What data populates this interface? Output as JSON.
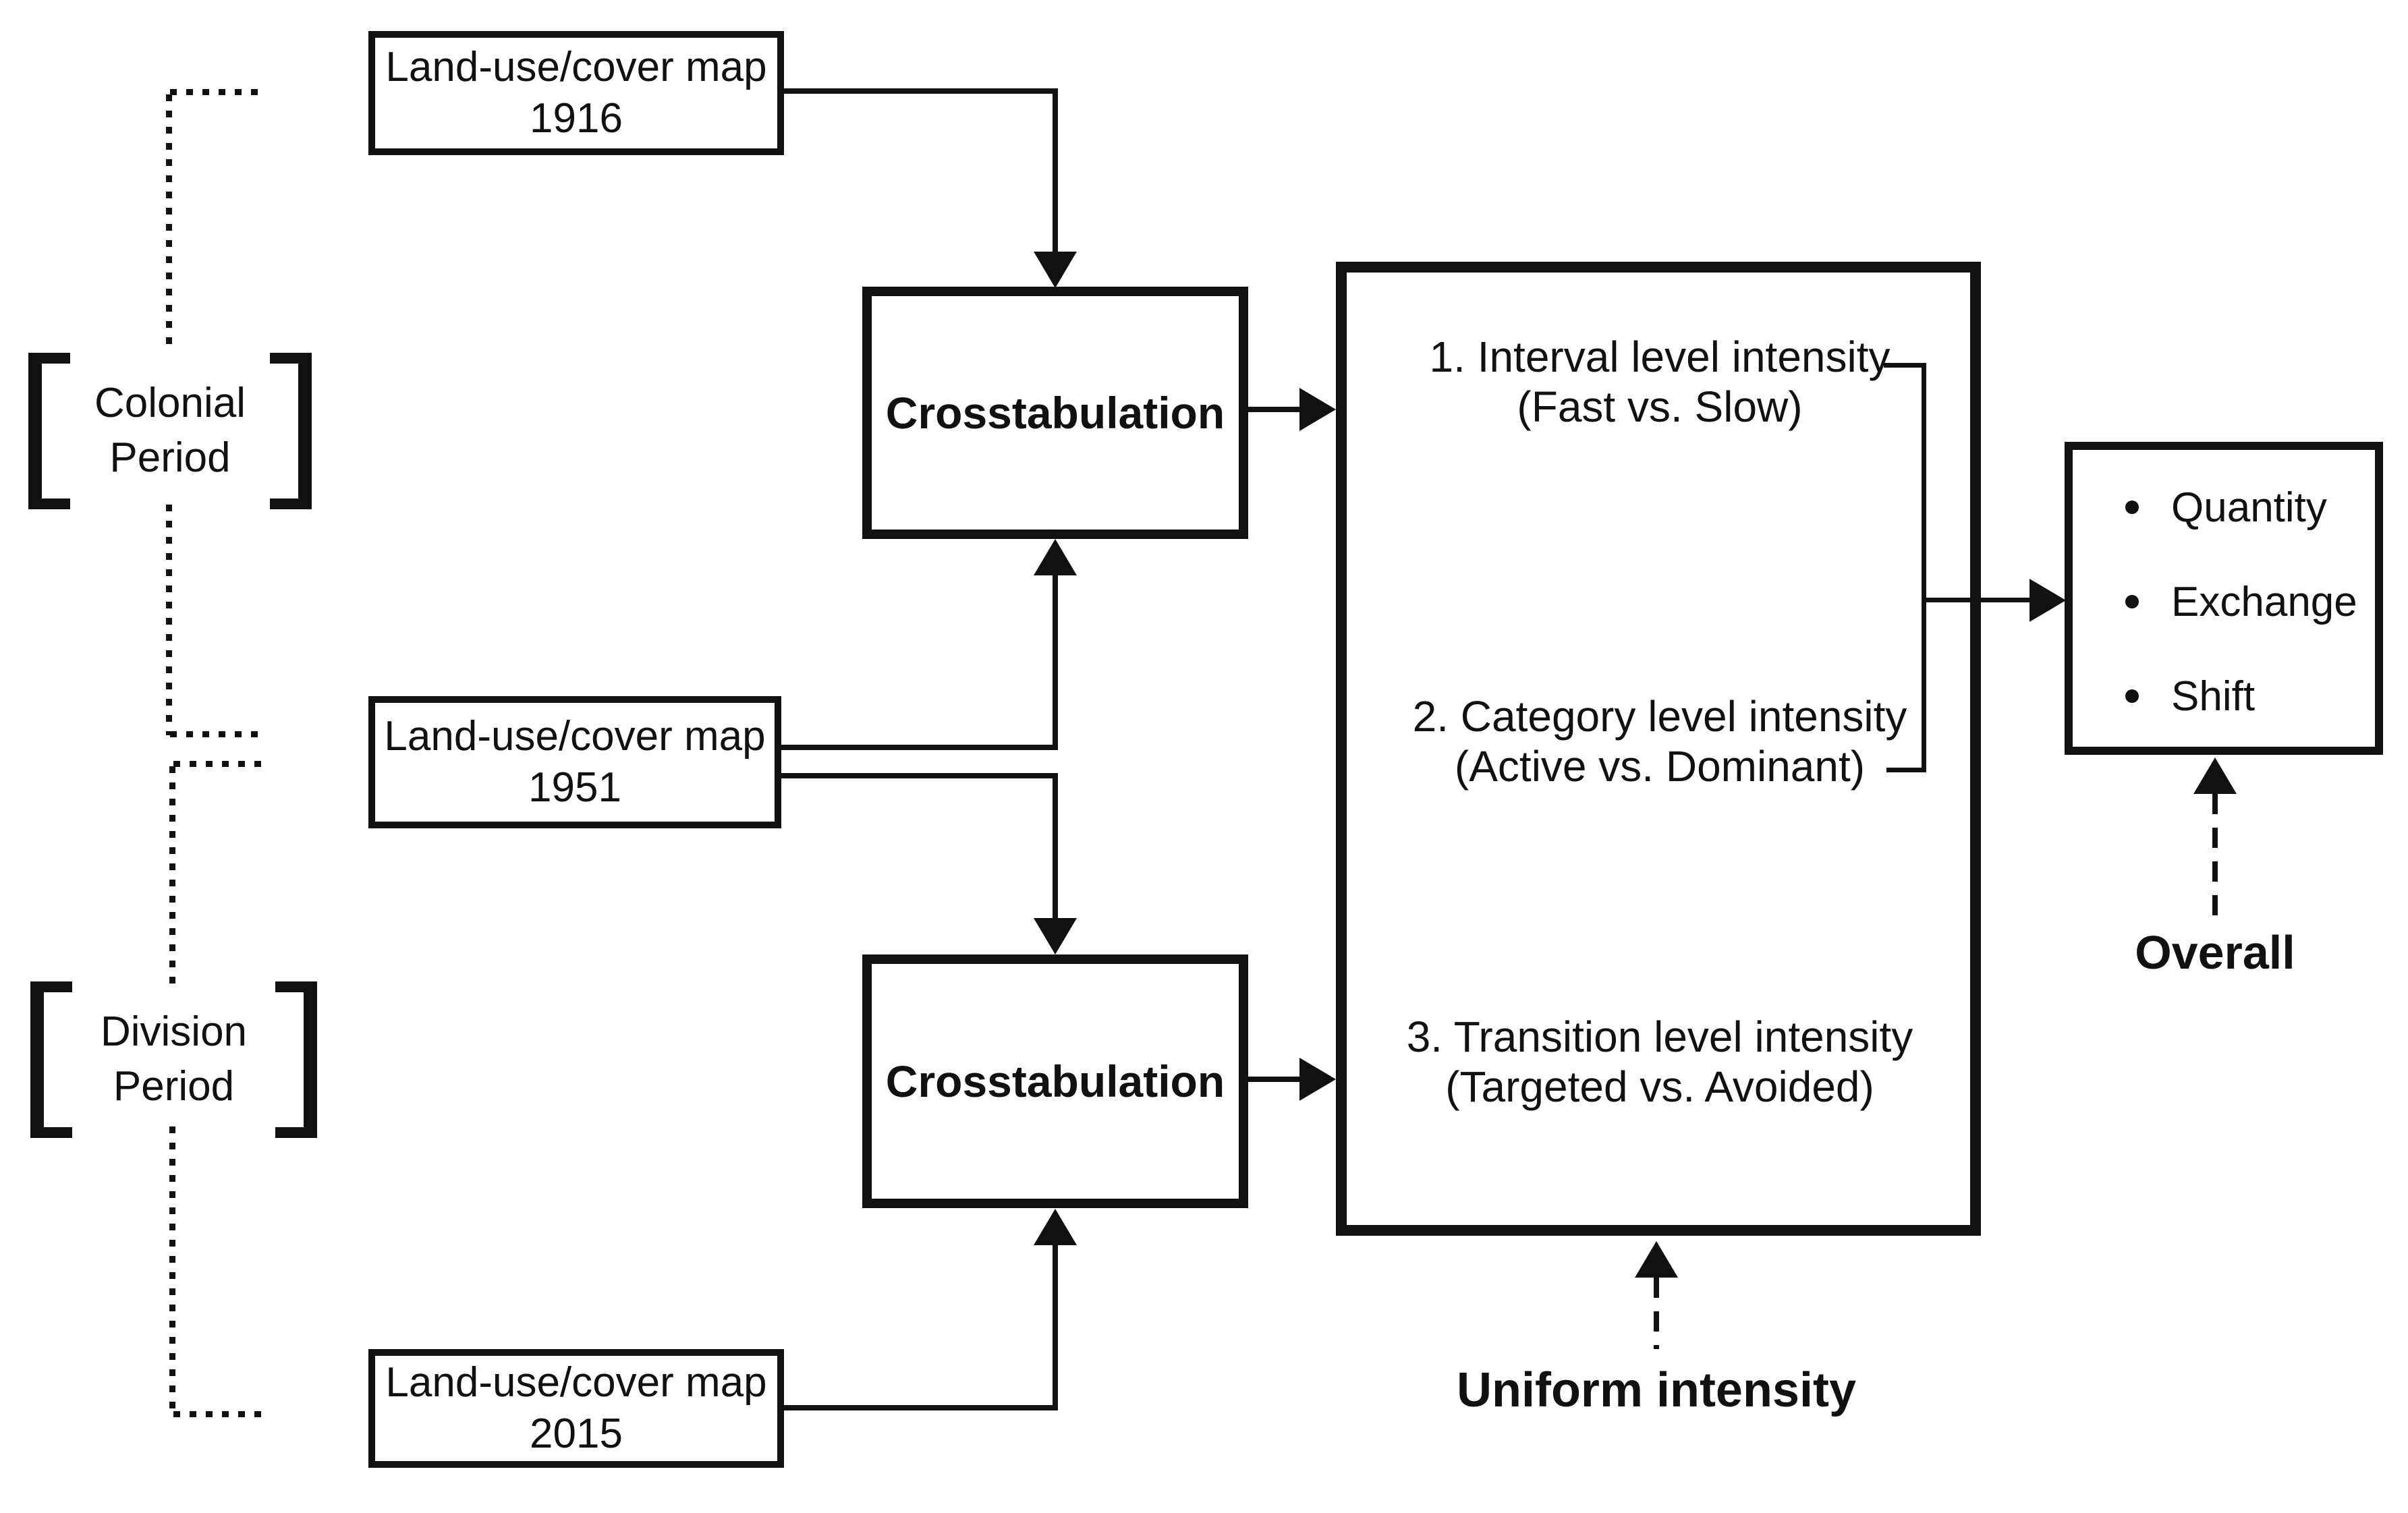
{
  "colors": {
    "ink": "#111111",
    "background": "#ffffff"
  },
  "maps": [
    {
      "name": "Land-use/cover map",
      "year": "1916"
    },
    {
      "name": "Land-use/cover map",
      "year": "1951"
    },
    {
      "name": "Land-use/cover map",
      "year": "2015"
    }
  ],
  "periods": [
    {
      "line1": "Colonial",
      "line2": "Period"
    },
    {
      "line1": "Division",
      "line2": "Period"
    }
  ],
  "crosstab": {
    "label": "Crosstabulation"
  },
  "intensity_levels": [
    {
      "title": "1. Interval level intensity",
      "subtitle": "(Fast vs. Slow)"
    },
    {
      "title": "2. Category level intensity",
      "subtitle": "(Active vs. Dominant)"
    },
    {
      "title": "3. Transition level intensity",
      "subtitle": "(Targeted vs. Avoided)"
    }
  ],
  "components": [
    "Quantity",
    "Exchange",
    "Shift"
  ],
  "labels": {
    "overall": "Overall",
    "uniform": "Uniform intensity"
  }
}
